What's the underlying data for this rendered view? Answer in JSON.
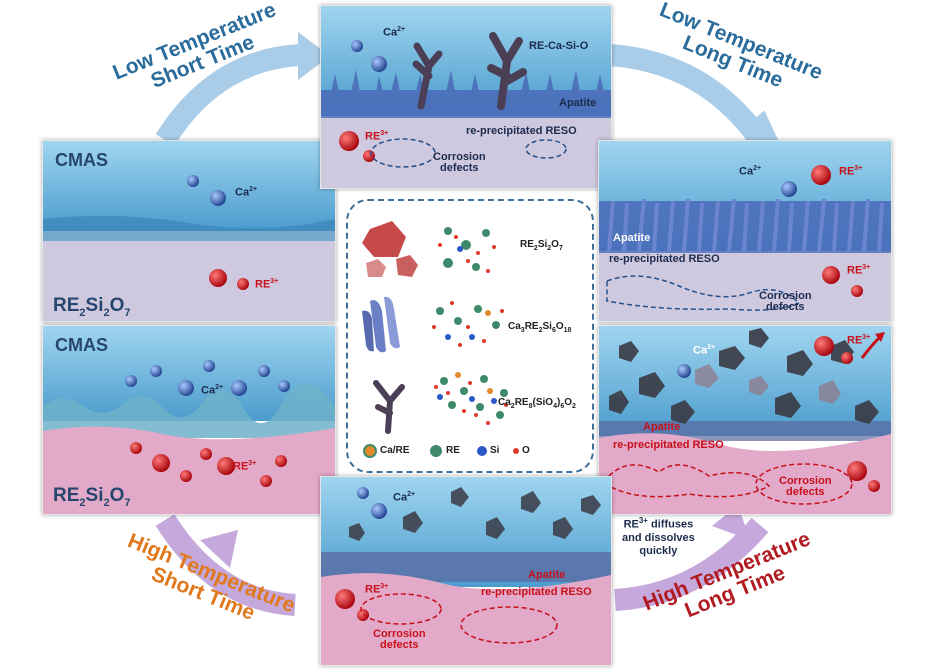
{
  "colors": {
    "blue_arrow": "#a9cde8",
    "purple_arrow": "#c6a9dc",
    "cmas": "#7dc0e2",
    "substrate_lavender": "#cfc9e0",
    "substrate_pink": "#e2a9c9",
    "re_ion": "#c8101a",
    "ca_ion": "#2e63b6"
  },
  "arrows": {
    "low_short": [
      "Low Temperature",
      "Short Time"
    ],
    "low_long": [
      "Low Temperature",
      "Long Time"
    ],
    "high_short": [
      "High Temperature",
      "Short Time"
    ],
    "high_long": [
      "High Temperature",
      "Long Time"
    ]
  },
  "panel_initial_low": {
    "cmas": "CMAS",
    "ca": "Ca",
    "ca_sup": "2+",
    "re": "RE",
    "re_sup": "3+",
    "sub_pre": "RE",
    "sub_2": "2",
    "sub_mid": "Si",
    "sub_7": "2",
    "sub_o": "O",
    "sub_7n": "7"
  },
  "panel_initial_high": {
    "cmas": "CMAS",
    "ca": "Ca",
    "ca_sup": "2+",
    "re": "RE",
    "re_sup": "3+",
    "sub_pre": "RE",
    "sub_2": "2",
    "sub_mid": "Si",
    "sub_7": "2",
    "sub_o": "O",
    "sub_7n": "7"
  },
  "panel_top": {
    "ca": "Ca",
    "ca_sup": "2+",
    "recaso": "RE-Ca-Si-O",
    "apatite": "Apatite",
    "re": "RE",
    "re_sup": "3+",
    "reprecip": "re-precipitated RESO",
    "corrosion": [
      "Corrosion",
      "defects"
    ]
  },
  "panel_right_top": {
    "ca": "Ca",
    "ca_sup": "2+",
    "re": "RE",
    "re_sup": "3+",
    "apatite": "Apatite",
    "reprecip": "re-precipitated RESO",
    "re2": "RE",
    "re2_sup": "3+",
    "corrosion": [
      "Corrosion",
      "defects"
    ]
  },
  "panel_right_bottom": {
    "ca": "Ca",
    "ca_sup": "2+",
    "re": "RE",
    "re_sup": "3+",
    "apatite": "Apatite",
    "reprecip": "re-precipitated RESO",
    "corrosion": [
      "Corrosion",
      "defects"
    ]
  },
  "panel_bottom": {
    "ca": "Ca",
    "ca_sup": "2+",
    "re": "RE",
    "re_sup": "3+",
    "apatite": "Apatite",
    "reprecip": "re-precipitated RESO",
    "corrosion": [
      "Corrosion",
      "defects"
    ]
  },
  "note": [
    "RE",
    "3+",
    " diffuses",
    "and dissolves",
    "quickly"
  ],
  "center": {
    "phase1": {
      "a": "RE",
      "b": "2",
      "c": "Si",
      "d": "2",
      "e": "O",
      "f": "7"
    },
    "phase2": {
      "a": "Ca",
      "b": "3",
      "c": "RE",
      "d": "2",
      "e": "Si",
      "f": "6",
      "g": "O",
      "h": "18"
    },
    "phase3": {
      "a": "Ca",
      "b": "2",
      "c": "RE",
      "d": "8",
      "e": "(SiO",
      "f": "4",
      "g": ")",
      "h": "6",
      "i": "O",
      "j": "2"
    },
    "legend": [
      "Ca/RE",
      "RE",
      "Si",
      "O"
    ]
  }
}
